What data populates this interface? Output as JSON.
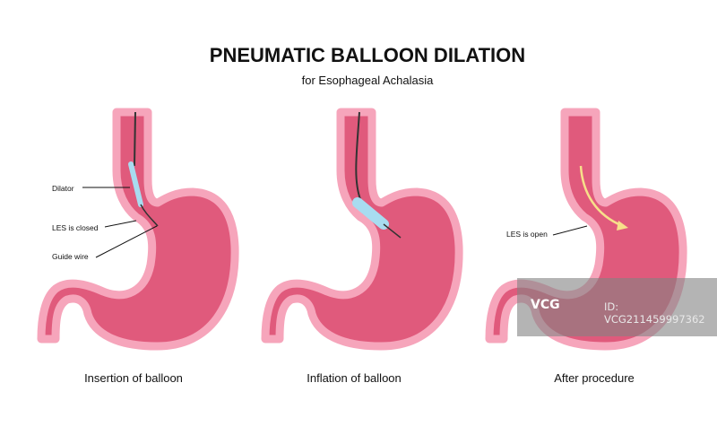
{
  "title": "PNEUMATIC BALLOON DILATION",
  "subtitle": "for Esophageal Achalasia",
  "panels": [
    {
      "caption": "Insertion of balloon"
    },
    {
      "caption": "Inflation of balloon"
    },
    {
      "caption": "After procedure"
    }
  ],
  "labels": {
    "dilator": "Dilator",
    "les_closed": "LES is closed",
    "guide_wire": "Guide wire",
    "les_open": "LES is open"
  },
  "colors": {
    "tissue": "#e05a7c",
    "lining": "#f6a5bb",
    "balloon": "#a8dcf0",
    "arrow": "#f7e08a"
  },
  "watermark": {
    "logo": "VCG",
    "id": "ID: VCG211459997362"
  }
}
